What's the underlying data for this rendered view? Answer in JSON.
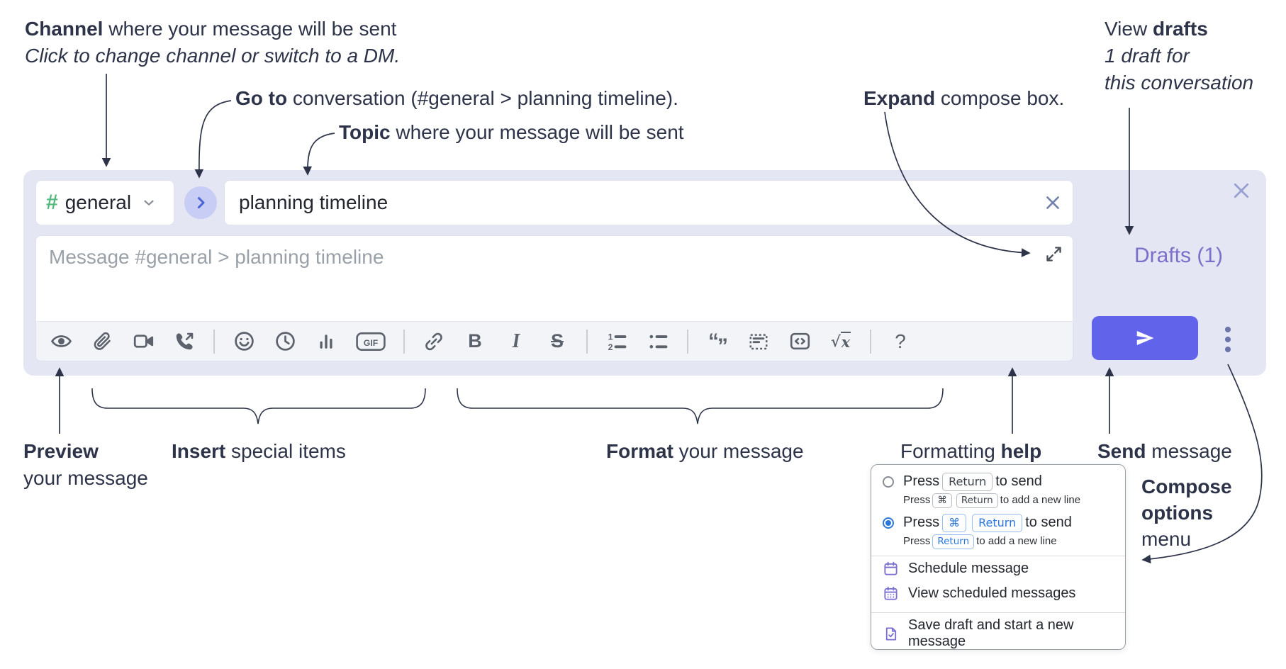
{
  "annotations": {
    "channel": {
      "bold": "Channel",
      "rest": " where your message will be sent",
      "sub": "Click to change channel or switch to a DM."
    },
    "goto": {
      "bold": "Go to",
      "rest": " conversation (#general > planning timeline)."
    },
    "topic": {
      "bold": "Topic",
      "rest": " where your message will be sent"
    },
    "expand": {
      "bold": "Expand",
      "rest": " compose box."
    },
    "drafts": {
      "line1_pre": "View ",
      "line1_bold": "drafts",
      "line2": "1 draft for",
      "line3": "this conversation"
    },
    "preview": {
      "bold": "Preview",
      "line2": "your message"
    },
    "insert": {
      "bold": "Insert",
      "rest": " special items"
    },
    "format": {
      "bold": "Format",
      "rest": " your message"
    },
    "help": {
      "pre": "Formatting ",
      "bold": "help"
    },
    "send": {
      "bold": "Send",
      "rest": " message"
    },
    "compose_menu": {
      "line1": "Compose",
      "line2": "options",
      "line3": "menu"
    }
  },
  "compose": {
    "channel_hash": "#",
    "channel_name": "general",
    "topic_value": "planning timeline",
    "message_placeholder": "Message #general > planning timeline",
    "drafts_label": "Drafts (1)"
  },
  "toolbar": {
    "gif": "GIF",
    "bold": "B",
    "italic": "I",
    "strike": "S",
    "quote_open": "“",
    "quote_close": "”",
    "sqrt": "√",
    "sqrt_var": "x",
    "help": "?"
  },
  "popup": {
    "option1": {
      "pre": "Press",
      "key": "Return",
      "post": "to send"
    },
    "option1_sub": {
      "pre": "Press",
      "key1": "⌘",
      "key2": "Return",
      "post": "to add a new line"
    },
    "option2": {
      "pre": "Press",
      "key1": "⌘",
      "key2": "Return",
      "post": "to send"
    },
    "option2_sub": {
      "pre": "Press",
      "key": "Return",
      "post": "to add a new line"
    },
    "schedule": "Schedule message",
    "view_scheduled": "View scheduled messages",
    "save_draft": "Save draft and start a new message"
  },
  "colors": {
    "accent_send": "#6163ea",
    "compose_bg": "#e4e6f3",
    "drafts_link": "#7b6fc9",
    "channel_hash_green": "#54b97d",
    "radio_selected_blue": "#2d78dd",
    "popup_icon_purple": "#7a6ed0",
    "annotation_text": "#2d3349",
    "toolbar_icon": "#5b626c"
  }
}
